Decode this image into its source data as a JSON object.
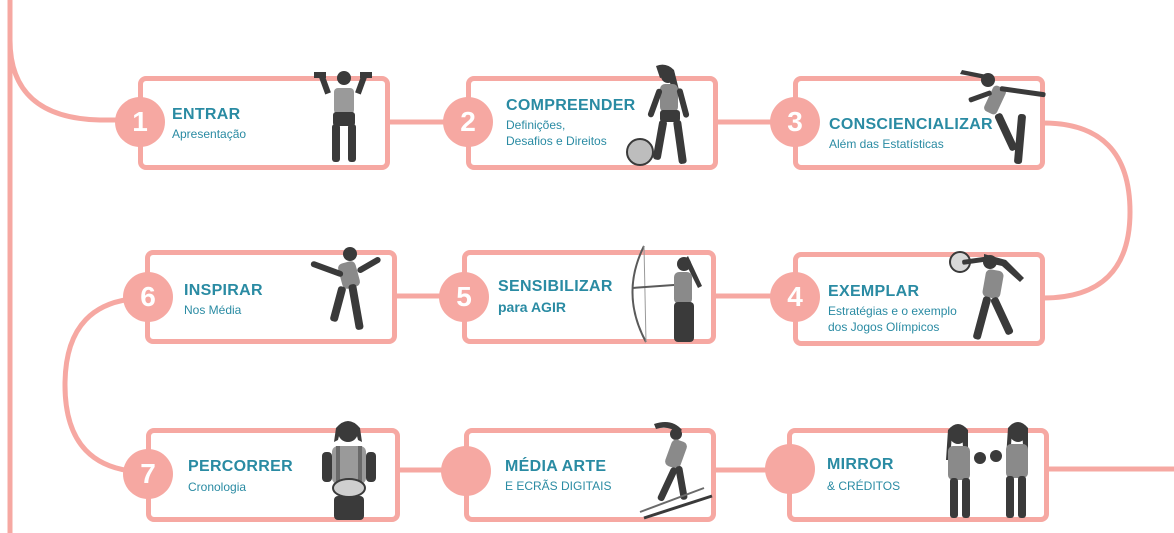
{
  "theme": {
    "accent": "#f6a8a2",
    "title_color": "#2a8ba3",
    "figure_color": "#3a3a3a"
  },
  "modules": [
    {
      "number": "1",
      "title": "ENTRAR",
      "subtitle": "Apresentação",
      "figure": "weightlifter-figure"
    },
    {
      "number": "2",
      "title": "COMPREENDER",
      "subtitle": "Definições,\nDesafios e Direitos",
      "figure": "football-player-figure"
    },
    {
      "number": "3",
      "title": "CONSCIENCIALIZAR",
      "subtitle": "Além das Estatísticas",
      "figure": "runner-figure"
    },
    {
      "number": "4",
      "title": "EXEMPLAR",
      "subtitle": "Estratégias e o exemplo\ndos Jogos Olímpicos",
      "figure": "volleyball-player-figure"
    },
    {
      "number": "5",
      "title": "SENSIBILIZAR",
      "subtitle": "para AGIR",
      "figure": "archer-figure"
    },
    {
      "number": "6",
      "title": "INSPIRAR",
      "subtitle": "Nos Média",
      "figure": "sprinter-figure"
    },
    {
      "number": "7",
      "title": "PERCORRER",
      "subtitle": "Cronologia",
      "figure": "rugby-player-figure"
    },
    {
      "number": "",
      "title": "MÉDIA ARTE",
      "subtitle": "E ECRÃS DIGITAIS",
      "figure": "skier-figure"
    },
    {
      "number": "",
      "title": "MIRROR",
      "subtitle": "& CRÉDITOS",
      "figure": "boxers-figure"
    }
  ]
}
